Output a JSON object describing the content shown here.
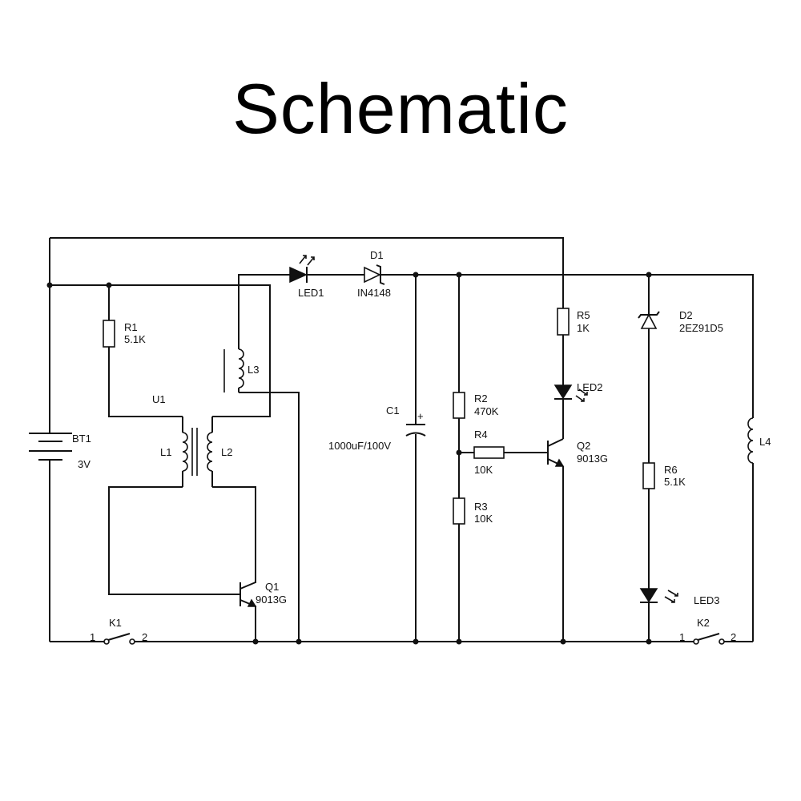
{
  "title": "Schematic",
  "labels": {
    "bt1": "BT1",
    "bt1_val": "3V",
    "r1": "R1",
    "r1_val": "5.1K",
    "u1": "U1",
    "l1": "L1",
    "l2": "L2",
    "l3": "L3",
    "led1": "LED1",
    "d1": "D1",
    "d1_val": "IN4148",
    "c1": "C1",
    "c1_val": "1000uF/100V",
    "c1_plus": "+",
    "r2": "R2",
    "r2_val": "470K",
    "r4": "R4",
    "r4_val": "10K",
    "r3": "R3",
    "r3_val": "10K",
    "r5": "R5",
    "r5_val": "1K",
    "led2": "LED2",
    "q2": "Q2",
    "q2_val": "9013G",
    "q1": "Q1",
    "q1_val": "9013G",
    "d2": "D2",
    "d2_val": "2EZ91D5",
    "r6": "R6",
    "r6_val": "5.1K",
    "led3": "LED3",
    "l4": "L4",
    "k1": "K1",
    "k1_p1": "1",
    "k1_p2": "2",
    "k2": "K2",
    "k2_p1": "1",
    "k2_p2": "2"
  }
}
